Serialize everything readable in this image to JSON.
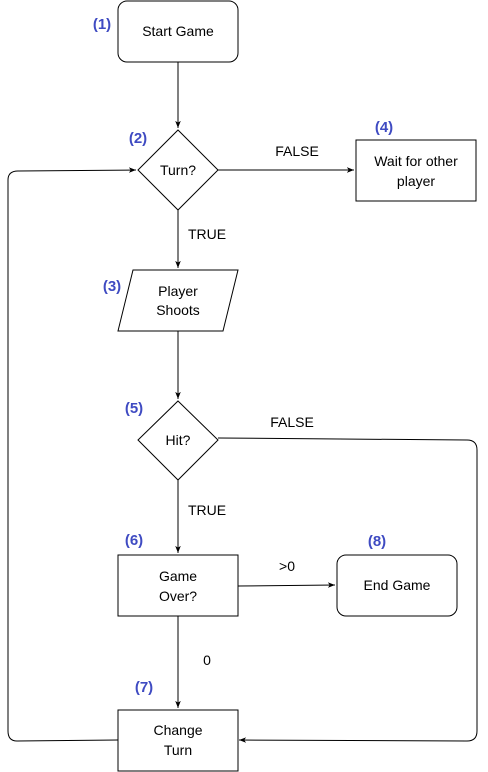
{
  "colors": {
    "step_number": "#3f4bc2",
    "stroke": "#000000",
    "fill": "#ffffff"
  },
  "nodes": {
    "start_game": {
      "label": "Start Game",
      "step": "(1)",
      "shape": "rounded-rect"
    },
    "turn": {
      "label": "Turn?",
      "step": "(2)",
      "shape": "diamond"
    },
    "player_shoots": {
      "label_lines": [
        "Player",
        "Shoots"
      ],
      "step": "(3)",
      "shape": "parallelogram"
    },
    "wait": {
      "label_lines": [
        "Wait for other",
        "player"
      ],
      "step": "(4)",
      "shape": "rect"
    },
    "hit": {
      "label": "Hit?",
      "step": "(5)",
      "shape": "diamond"
    },
    "game_over": {
      "label_lines": [
        "Game",
        "Over?"
      ],
      "step": "(6)",
      "shape": "rect"
    },
    "change_turn": {
      "label_lines": [
        "Change",
        "Turn"
      ],
      "step": "(7)",
      "shape": "rect"
    },
    "end_game": {
      "label": "End Game",
      "step": "(8)",
      "shape": "rounded-rect"
    }
  },
  "edges": {
    "turn_false": "FALSE",
    "turn_true": "TRUE",
    "hit_false": "FALSE",
    "hit_true": "TRUE",
    "gameover_gt0": ">0",
    "gameover_zero": "0"
  }
}
